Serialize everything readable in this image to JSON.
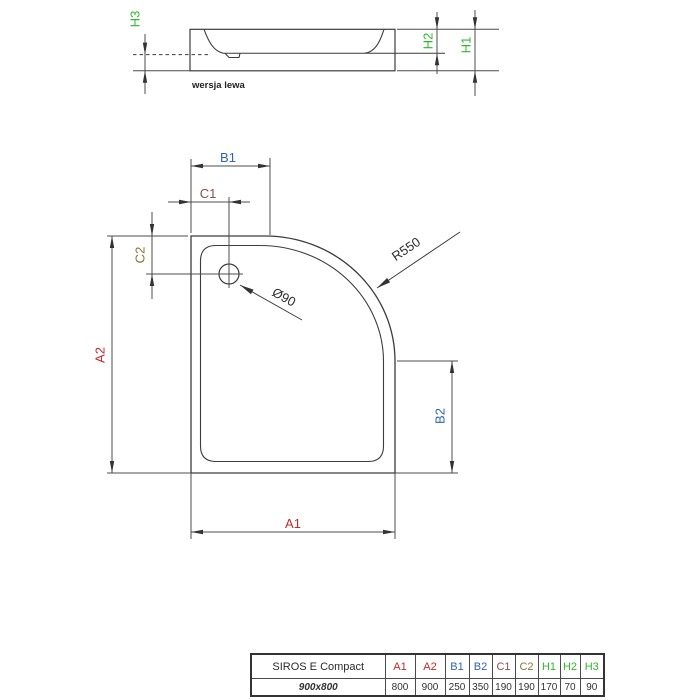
{
  "side_view": {
    "caption": "wersja lewa",
    "h1_label": "H1",
    "h2_label": "H2",
    "h3_label": "H3"
  },
  "plan_view": {
    "a1_label": "A1",
    "a2_label": "A2",
    "b1_label": "B1",
    "b2_label": "B2",
    "c1_label": "C1",
    "c2_label": "C2",
    "radius_label": "R550",
    "drain_label": "Ø90"
  },
  "colors": {
    "red": "#c82828",
    "blue": "#2e64b5",
    "green": "#2eb82e",
    "c1_brown": "#8a5048",
    "c2_olive": "#8a743c",
    "line": "#3c3c3c"
  },
  "table": {
    "product_name": "SIROS E Compact",
    "headers": [
      {
        "label": "A1",
        "color": "#c82828"
      },
      {
        "label": "A2",
        "color": "#c82828"
      },
      {
        "label": "B1",
        "color": "#2e64b5"
      },
      {
        "label": "B2",
        "color": "#2e64b5"
      },
      {
        "label": "C1",
        "color": "#8a5048"
      },
      {
        "label": "C2",
        "color": "#8a743c"
      },
      {
        "label": "H1",
        "color": "#2eb82e"
      },
      {
        "label": "H2",
        "color": "#2eb82e"
      },
      {
        "label": "H3",
        "color": "#2eb82e"
      }
    ],
    "size_label": "900x800",
    "values": [
      "800",
      "900",
      "250",
      "350",
      "190",
      "190",
      "170",
      "70",
      "90"
    ]
  }
}
